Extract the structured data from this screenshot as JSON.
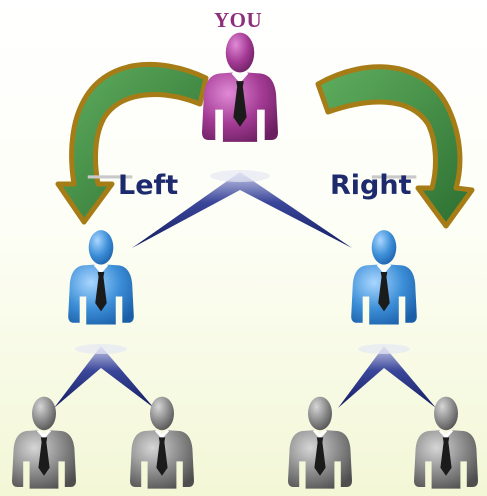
{
  "diagram": {
    "top_label": "YOU",
    "left_label": "Left",
    "right_label": "Right"
  },
  "colors": {
    "you_figure": "#a43b95",
    "level1_figure": "#3d8fd8",
    "level2_figure": "#8a8a8a",
    "connector": "#1f2a7a",
    "arrow_fill": "#3b8a3f",
    "arrow_border": "#a67c16",
    "label_text": "#1d2a6e"
  },
  "icons": [
    "person-icon",
    "curved-arrow-icon"
  ]
}
